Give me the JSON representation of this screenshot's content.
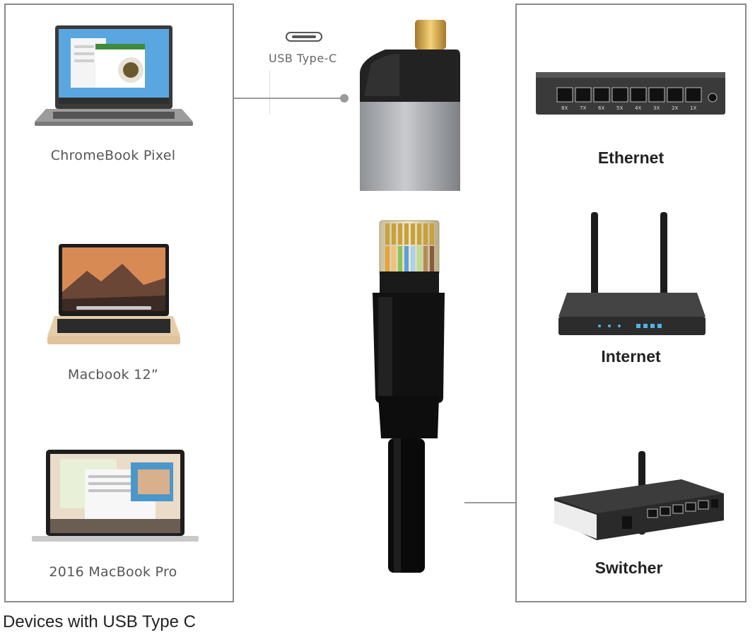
{
  "left_panel": {
    "devices": [
      {
        "label": "ChromeBook Pixel"
      },
      {
        "label": "Macbook 12”"
      },
      {
        "label": "2016 MacBook Pro"
      }
    ],
    "footer": "Devices with USB Type C"
  },
  "adapter": {
    "usb_label": "USB Type-C"
  },
  "right_panel": {
    "targets": [
      {
        "label": "Ethernet"
      },
      {
        "label": "Internet"
      },
      {
        "label": "Switcher"
      }
    ],
    "switch_port_labels": [
      "8X",
      "7X",
      "6X",
      "5X",
      "4X",
      "3X",
      "2X",
      "1X"
    ]
  }
}
